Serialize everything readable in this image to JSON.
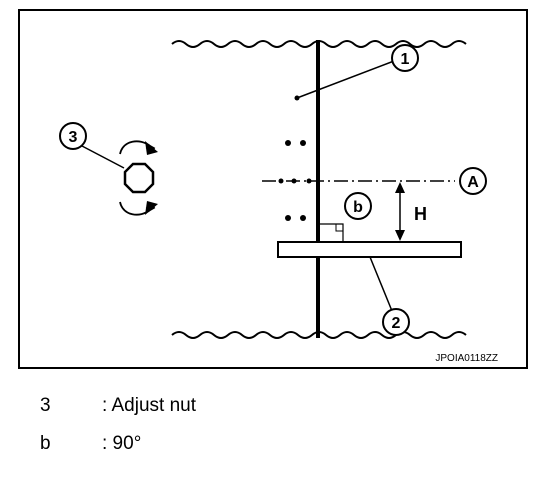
{
  "diagram": {
    "callouts": {
      "c1": "1",
      "c2": "2",
      "c3": "3",
      "cA": "A",
      "cb": "b"
    },
    "height_label": "H",
    "figure_code": "JPOIA0118ZZ"
  },
  "legend": [
    {
      "symbol": "3",
      "text": ": Adjust nut"
    },
    {
      "symbol": "b",
      "text": ": 90°"
    }
  ]
}
